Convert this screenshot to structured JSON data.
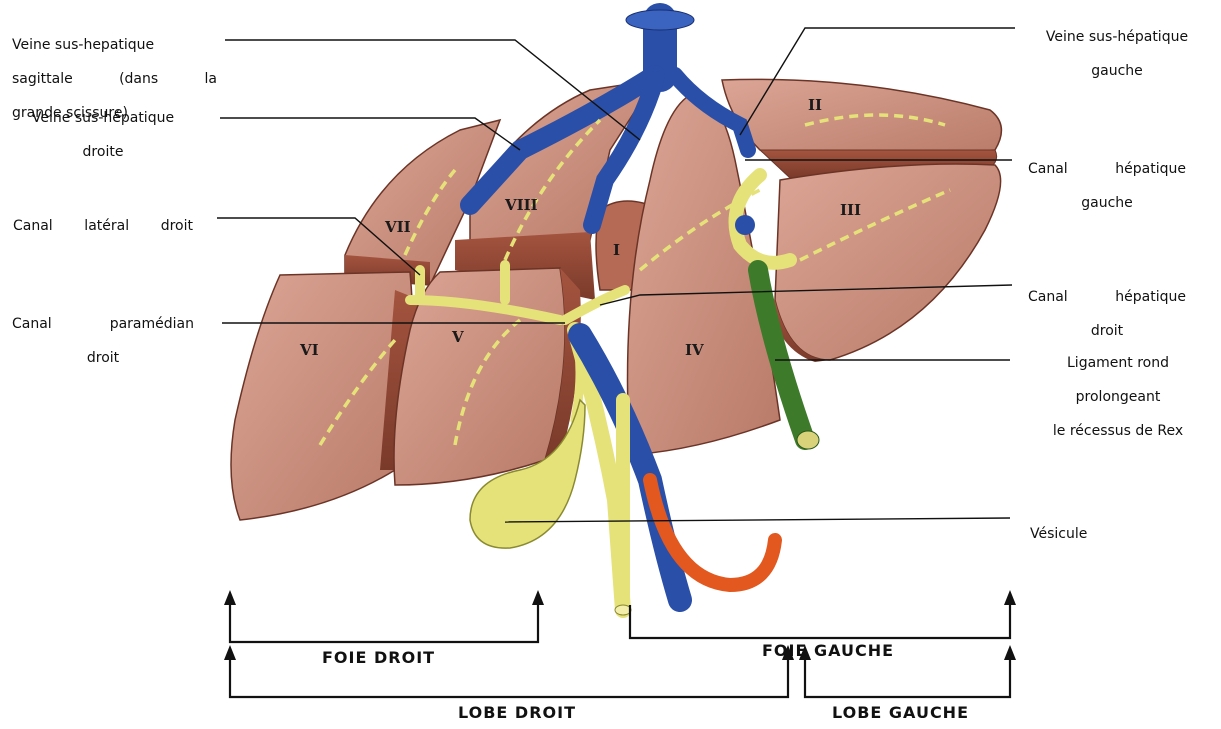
{
  "labels": {
    "veine_sagittale": [
      "Veine sus-hepatique",
      "sagittale (dans la",
      "grande scissure)"
    ],
    "veine_droite": [
      "Veine sus-hépatique",
      "droite"
    ],
    "canal_lateral": [
      "Canal latéral droit"
    ],
    "canal_paramedian": [
      "Canal paramédian",
      "droit"
    ],
    "veine_gauche": [
      "Veine sus-hépatique",
      "gauche"
    ],
    "canal_hep_gauche": [
      "Canal hépatique",
      "gauche"
    ],
    "canal_hep_droit": [
      "Canal hépatique",
      "droit"
    ],
    "ligament": [
      "Ligament rond",
      "prolongeant",
      "le récessus de Rex"
    ],
    "vesicule": [
      "Vésicule"
    ]
  },
  "segments": [
    "I",
    "II",
    "III",
    "IV",
    "V",
    "VI",
    "VII",
    "VIII"
  ],
  "brackets": {
    "foie_droit": "FOIE DROIT",
    "foie_gauche": "FOIE GAUCHE",
    "lobe_droit": "LOBE DROIT",
    "lobe_gauche": "LOBE GAUCHE"
  },
  "colors": {
    "liver": "#c98f7e",
    "liver_cut": "#8f4a38",
    "vein": "#2a4fa8",
    "bile": "#e6e27a",
    "ligament": "#3d7a2a",
    "artery": "#e2581e"
  }
}
